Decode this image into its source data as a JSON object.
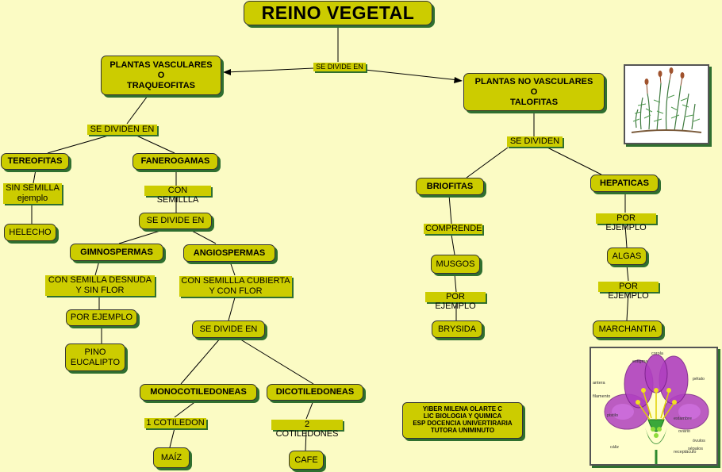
{
  "title": "REINO VEGETAL",
  "links": {
    "root": "SE DIVIDE EN",
    "vasculares": "SE DIVIDEN EN",
    "no_vasculares": "SE DIVIDEN",
    "tereofitas": "SIN SEMILLA\nejemplo",
    "fanerogamas": "CON SEMILLLA",
    "fanerogamas_divide": "SE DIVIDE EN",
    "gimnospermas": "CON  SEMILLA DESNUDA\nY SIN FLOR",
    "gimnospermas_ej": "POR EJEMPLO",
    "angiospermas": "CON SEMILLLA CUBIERTA\nY CON FLOR",
    "angiospermas_divide": "SE DIVIDE EN",
    "monocotiledoneas": "1 COTILEDON",
    "dicotiledoneas": "2 COTILEDONES",
    "briofitas": "COMPRENDE",
    "musgos_ej": "POR EJEMPLO",
    "hepaticas_ej": "POR EJEMPLO",
    "algas_ej": "POR EJEMPLO"
  },
  "nodes": {
    "vasculares": "PLANTAS VASCULARES\nO\nTRAQUEOFITAS",
    "no_vasculares": "PLANTAS  NO VASCULARES\nO\nTALOFITAS",
    "tereofitas": "TEREOFITAS",
    "fanerogamas": "FANEROGAMAS",
    "helecho": "HELECHO",
    "gimnospermas": "GIMNOSPERMAS",
    "angiospermas": "ANGIOSPERMAS",
    "pino": "PINO\nEUCALIPTO",
    "monocotiledoneas": "MONOCOTILEDONEAS",
    "dicotiledoneas": "DICOTILEDONEAS",
    "maiz": "MAÍZ",
    "cafe": "CAFE",
    "briofitas": "BRIOFITAS",
    "hepaticas": "HEPATICAS",
    "musgos": "MUSGOS",
    "brysida": "BRYSIDA",
    "algas": "ALGAS",
    "marchantia": "MARCHANTIA"
  },
  "credit": "YIBER MILENA OLARTE C\nLIC BIOLOGIA Y QUIMICA\nESP DOCENCIA UNIVERTIRARIA\nTUTORA UNIMINUTO",
  "images": {
    "moss": "moss-illustration",
    "flower": "flower-anatomy-illustration"
  },
  "flower_labels": {
    "stigma": "estigma",
    "anther": "antera",
    "pistil": "pistilo",
    "petal": "pétalo",
    "ovary": "ovario",
    "ovules": "óvulos",
    "sepals": "sépalos",
    "calyx": "cáliz",
    "corolla": "corola",
    "filament": "filamento",
    "stamen": "estambre",
    "receptacle": "receptáculo"
  },
  "colors": {
    "node_fill": "#cccc00",
    "shadow": "#2f6f2f",
    "background": "#fbfbc4"
  }
}
